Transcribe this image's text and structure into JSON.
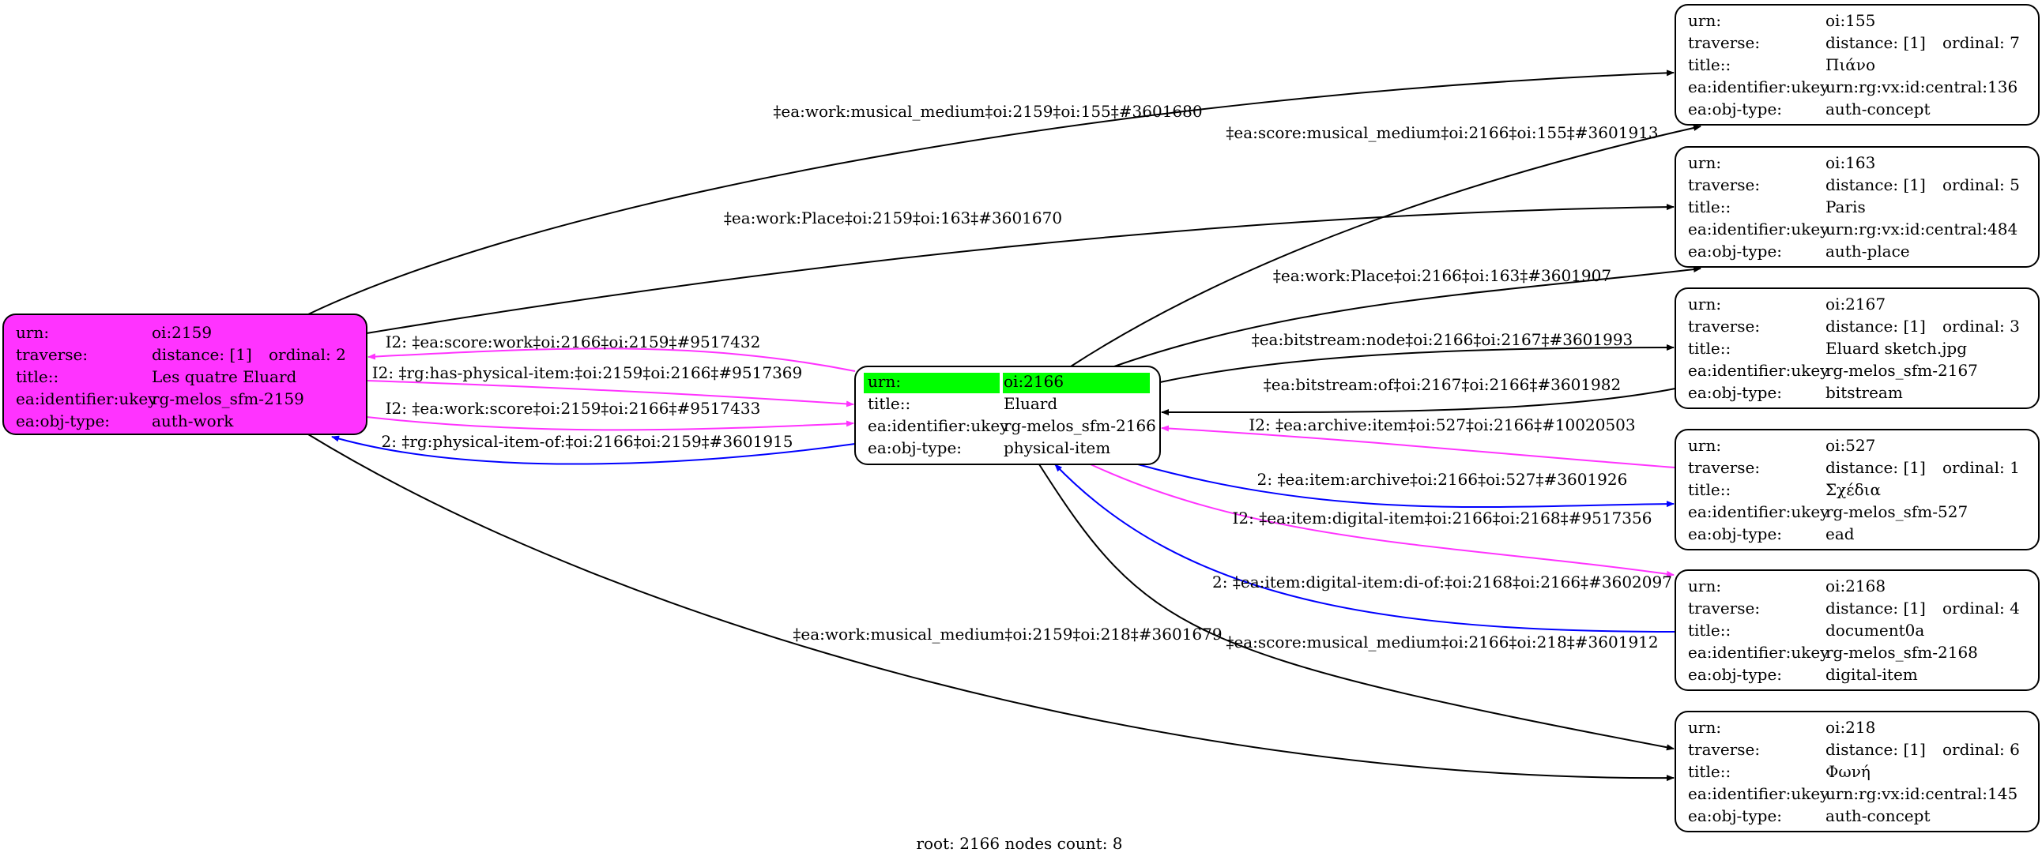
{
  "caption": "root: 2166 nodes count: 8",
  "colors": {
    "root_fill": "#ff33ff",
    "focus_highlight": "#00ff00",
    "node_fill": "#ffffff",
    "edge_black": "#000000",
    "edge_magenta": "#ff33ff",
    "edge_blue": "#0000ff"
  },
  "nodes": {
    "n2159": {
      "style": "root",
      "rows": [
        {
          "k": "urn:",
          "v": "oi:2159"
        },
        {
          "k": "traverse:",
          "v": "distance: [1]",
          "extra": "ordinal: 2"
        },
        {
          "k": "title::",
          "v": "Les quatre Eluard"
        },
        {
          "k": "ea:identifier:ukey",
          "v": "rg-melos_sfm-2159"
        },
        {
          "k": "ea:obj-type:",
          "v": "auth-work"
        }
      ]
    },
    "n2166": {
      "style": "focus",
      "rows": [
        {
          "k": "urn:",
          "v": "oi:2166"
        },
        {
          "k": "title::",
          "v": "Eluard"
        },
        {
          "k": "ea:identifier:ukey",
          "v": "rg-melos_sfm-2166"
        },
        {
          "k": "ea:obj-type:",
          "v": "physical-item"
        }
      ]
    },
    "n155": {
      "style": "plain",
      "rows": [
        {
          "k": "urn:",
          "v": "oi:155"
        },
        {
          "k": "traverse:",
          "v": "distance: [1]",
          "extra": "ordinal: 7"
        },
        {
          "k": "title::",
          "v": "Πιάνο"
        },
        {
          "k": "ea:identifier:ukey",
          "v": "urn:rg:vx:id:central:136"
        },
        {
          "k": "ea:obj-type:",
          "v": "auth-concept"
        }
      ]
    },
    "n163": {
      "style": "plain",
      "rows": [
        {
          "k": "urn:",
          "v": "oi:163"
        },
        {
          "k": "traverse:",
          "v": "distance: [1]",
          "extra": "ordinal: 5"
        },
        {
          "k": "title::",
          "v": "Paris"
        },
        {
          "k": "ea:identifier:ukey",
          "v": "urn:rg:vx:id:central:484"
        },
        {
          "k": "ea:obj-type:",
          "v": "auth-place"
        }
      ]
    },
    "n2167": {
      "style": "plain",
      "rows": [
        {
          "k": "urn:",
          "v": "oi:2167"
        },
        {
          "k": "traverse:",
          "v": "distance: [1]",
          "extra": "ordinal: 3"
        },
        {
          "k": "title::",
          "v": "Eluard sketch.jpg"
        },
        {
          "k": "ea:identifier:ukey",
          "v": "rg-melos_sfm-2167"
        },
        {
          "k": "ea:obj-type:",
          "v": "bitstream"
        }
      ]
    },
    "n527": {
      "style": "plain",
      "rows": [
        {
          "k": "urn:",
          "v": "oi:527"
        },
        {
          "k": "traverse:",
          "v": "distance: [1]",
          "extra": "ordinal: 1"
        },
        {
          "k": "title::",
          "v": "Σχέδια"
        },
        {
          "k": "ea:identifier:ukey",
          "v": "rg-melos_sfm-527"
        },
        {
          "k": "ea:obj-type:",
          "v": "ead"
        }
      ]
    },
    "n2168": {
      "style": "plain",
      "rows": [
        {
          "k": "urn:",
          "v": "oi:2168"
        },
        {
          "k": "traverse:",
          "v": "distance: [1]",
          "extra": "ordinal: 4"
        },
        {
          "k": "title::",
          "v": "document0a"
        },
        {
          "k": "ea:identifier:ukey",
          "v": "rg-melos_sfm-2168"
        },
        {
          "k": "ea:obj-type:",
          "v": "digital-item"
        }
      ]
    },
    "n218": {
      "style": "plain",
      "rows": [
        {
          "k": "urn:",
          "v": "oi:218"
        },
        {
          "k": "traverse:",
          "v": "distance: [1]",
          "extra": "ordinal: 6"
        },
        {
          "k": "title::",
          "v": "Φωνή"
        },
        {
          "k": "ea:identifier:ukey",
          "v": "urn:rg:vx:id:central:145"
        },
        {
          "k": "ea:obj-type:",
          "v": "auth-concept"
        }
      ]
    }
  },
  "edges": [
    {
      "id": "e1",
      "from": "n2159",
      "to": "n155",
      "color": "black",
      "label": "‡ea:work:musical_medium‡oi:2159‡oi:155‡#3601680"
    },
    {
      "id": "e2",
      "from": "n2159",
      "to": "n163",
      "color": "black",
      "label": "‡ea:work:Place‡oi:2159‡oi:163‡#3601670"
    },
    {
      "id": "e3",
      "from": "n2166",
      "to": "n2159",
      "color": "magenta",
      "label": "I2: ‡ea:score:work‡oi:2166‡oi:2159‡#9517432"
    },
    {
      "id": "e4",
      "from": "n2159",
      "to": "n2166",
      "color": "magenta",
      "label": "I2: ‡rg:has-physical-item:‡oi:2159‡oi:2166‡#9517369"
    },
    {
      "id": "e5",
      "from": "n2159",
      "to": "n2166",
      "color": "magenta",
      "label": "I2: ‡ea:work:score‡oi:2159‡oi:2166‡#9517433"
    },
    {
      "id": "e6",
      "from": "n2166",
      "to": "n2159",
      "color": "blue",
      "label": "2: ‡rg:physical-item-of:‡oi:2166‡oi:2159‡#3601915"
    },
    {
      "id": "e7",
      "from": "n2159",
      "to": "n218",
      "color": "black",
      "label": "‡ea:work:musical_medium‡oi:2159‡oi:218‡#3601679"
    },
    {
      "id": "e8",
      "from": "n2166",
      "to": "n155",
      "color": "black",
      "label": "‡ea:score:musical_medium‡oi:2166‡oi:155‡#3601913"
    },
    {
      "id": "e9",
      "from": "n2166",
      "to": "n163",
      "color": "black",
      "label": "‡ea:work:Place‡oi:2166‡oi:163‡#3601907"
    },
    {
      "id": "e10",
      "from": "n2166",
      "to": "n2167",
      "color": "black",
      "label": "‡ea:bitstream:node‡oi:2166‡oi:2167‡#3601993"
    },
    {
      "id": "e11",
      "from": "n2167",
      "to": "n2166",
      "color": "black",
      "label": "‡ea:bitstream:of‡oi:2167‡oi:2166‡#3601982"
    },
    {
      "id": "e12",
      "from": "n527",
      "to": "n2166",
      "color": "magenta",
      "label": "I2: ‡ea:archive:item‡oi:527‡oi:2166‡#10020503"
    },
    {
      "id": "e13",
      "from": "n2166",
      "to": "n527",
      "color": "blue",
      "label": "2: ‡ea:item:archive‡oi:2166‡oi:527‡#3601926"
    },
    {
      "id": "e14",
      "from": "n2166",
      "to": "n2168",
      "color": "magenta",
      "label": "I2: ‡ea:item:digital-item‡oi:2166‡oi:2168‡#9517356"
    },
    {
      "id": "e15",
      "from": "n2168",
      "to": "n2166",
      "color": "blue",
      "label": "2: ‡ea:item:digital-item:di-of:‡oi:2168‡oi:2166‡#3602097"
    },
    {
      "id": "e16",
      "from": "n2166",
      "to": "n218",
      "color": "black",
      "label": "‡ea:score:musical_medium‡oi:2166‡oi:218‡#3601912"
    }
  ]
}
